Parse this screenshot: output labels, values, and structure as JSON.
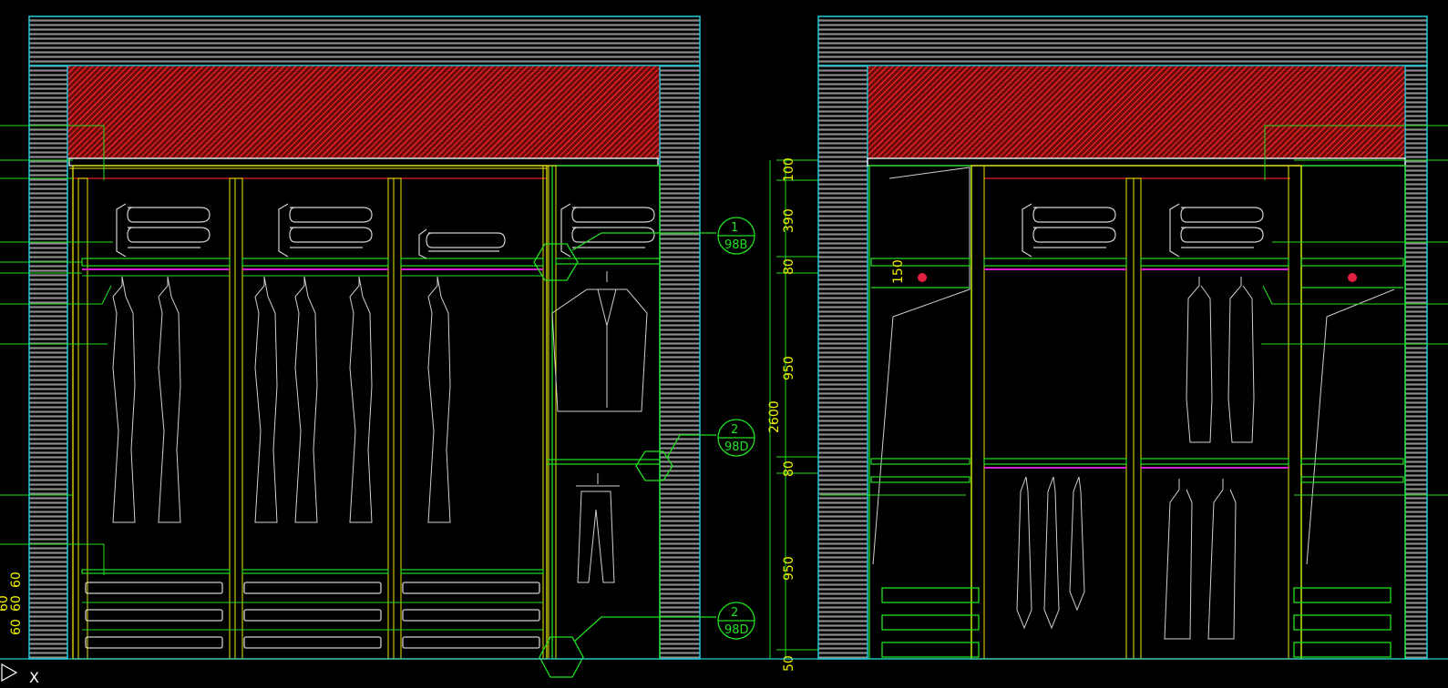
{
  "colors": {
    "background": "#000000",
    "wall_outline": "#21c9d8",
    "wall_hatch": "#8c8c8c",
    "soffit_fill": "#7a0c0c",
    "soffit_hatch": "#ff2a2a",
    "cabinet": "#e8e600",
    "leader": "#20e020",
    "rod": "#d020d0",
    "garment": "#cfcfcf"
  },
  "vertical_dimensions": {
    "total": "2600",
    "segments": [
      "100",
      "390",
      "80",
      "950",
      "80",
      "950",
      "50"
    ]
  },
  "detail_callouts": [
    {
      "number": "1",
      "sheet": "98B"
    },
    {
      "number": "2",
      "sheet": "98D"
    },
    {
      "number": "2",
      "sheet": "98D"
    }
  ],
  "left_side_dimensions": [
    "60",
    "60",
    "60",
    "60"
  ],
  "shelf_height_label": "150",
  "ucs_axis_label": "X",
  "icons": {
    "ucs": "ucs-arrow-icon",
    "section_marker": "section-hexagon-icon",
    "hanger": "clothes-hanger-icon"
  }
}
